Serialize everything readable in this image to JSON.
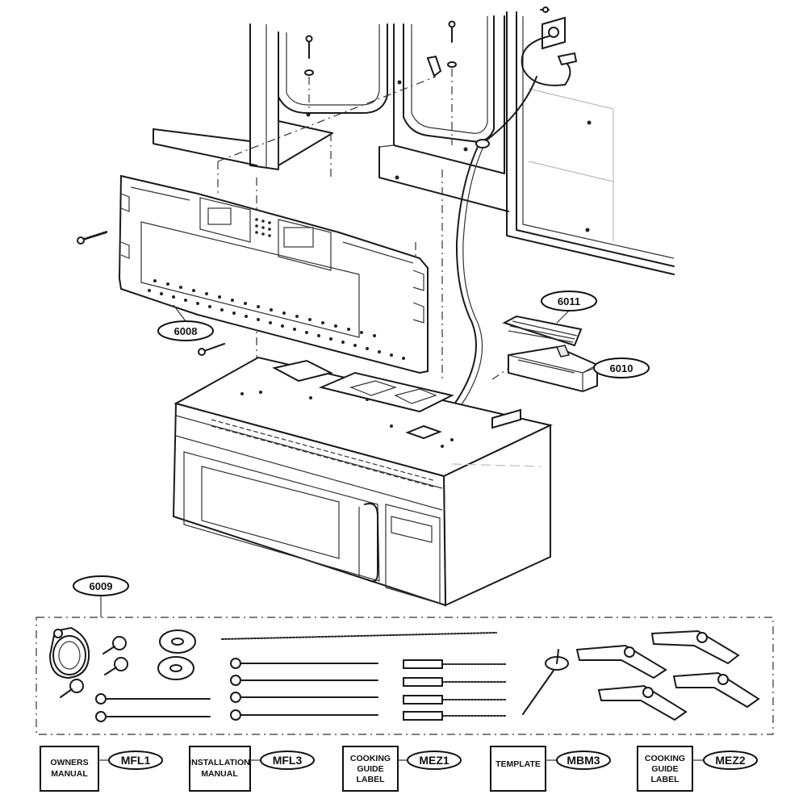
{
  "callouts": {
    "c6011": "6011",
    "c6010": "6010",
    "c6008": "6008",
    "c6009": "6009"
  },
  "documents": [
    {
      "lines": [
        "OWNERS",
        "MANUAL"
      ],
      "code": "MFL1"
    },
    {
      "lines": [
        "INSTALLATION",
        "MANUAL"
      ],
      "code": "MFL3"
    },
    {
      "lines": [
        "COOKING",
        "GUIDE",
        "LABEL"
      ],
      "code": "MEZ1"
    },
    {
      "lines": [
        "TEMPLATE"
      ],
      "code": "MBM3"
    },
    {
      "lines": [
        "COOKING",
        "GUIDE",
        "LABEL"
      ],
      "code": "MEZ2"
    }
  ]
}
